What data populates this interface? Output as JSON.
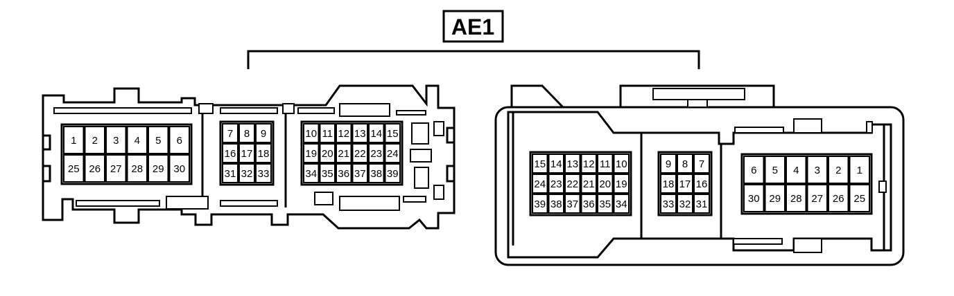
{
  "title": "AE1",
  "connectors": {
    "left": {
      "block_a": {
        "rows": [
          [
            "1",
            "2",
            "3",
            "4",
            "5",
            "6"
          ],
          [
            "25",
            "26",
            "27",
            "28",
            "29",
            "30"
          ]
        ]
      },
      "block_b": {
        "rows": [
          [
            "7",
            "8",
            "9"
          ],
          [
            "16",
            "17",
            "18"
          ],
          [
            "31",
            "32",
            "33"
          ]
        ]
      },
      "block_c": {
        "rows": [
          [
            "10",
            "11",
            "12",
            "13",
            "14",
            "15"
          ],
          [
            "19",
            "20",
            "21",
            "22",
            "23",
            "24"
          ],
          [
            "34",
            "35",
            "36",
            "37",
            "38",
            "39"
          ]
        ]
      }
    },
    "right": {
      "block_a": {
        "rows": [
          [
            "15",
            "14",
            "13",
            "12",
            "11",
            "10"
          ],
          [
            "24",
            "23",
            "22",
            "21",
            "20",
            "19"
          ],
          [
            "39",
            "38",
            "37",
            "36",
            "35",
            "34"
          ]
        ]
      },
      "block_b": {
        "rows": [
          [
            "9",
            "8",
            "7"
          ],
          [
            "18",
            "17",
            "16"
          ],
          [
            "33",
            "32",
            "31"
          ]
        ]
      },
      "block_c": {
        "rows": [
          [
            "6",
            "5",
            "4",
            "3",
            "2",
            "1"
          ],
          [
            "30",
            "29",
            "28",
            "27",
            "26",
            "25"
          ]
        ]
      }
    }
  }
}
